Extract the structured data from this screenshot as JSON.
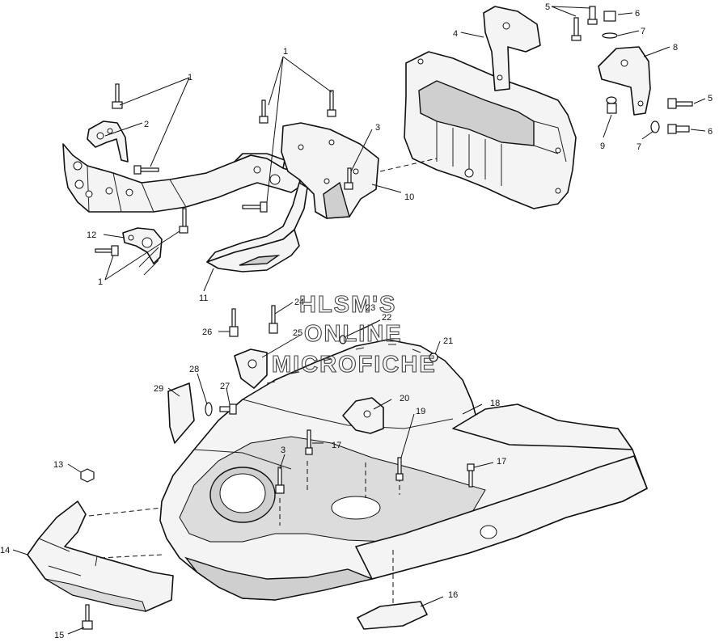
{
  "watermark": {
    "line1": "HLSM'S",
    "line2": "ONLINE",
    "line3": "MICROFICHE"
  },
  "callouts": [
    "1",
    "1",
    "1",
    "1",
    "2",
    "3",
    "3",
    "4",
    "5",
    "5",
    "6",
    "6",
    "7",
    "7",
    "8",
    "9",
    "10",
    "11",
    "12",
    "13",
    "14",
    "15",
    "16",
    "17",
    "17",
    "18",
    "19",
    "20",
    "21",
    "22",
    "23",
    "24",
    "25",
    "26",
    "27",
    "28",
    "29"
  ],
  "colors": {
    "ink": "#111111",
    "paper": "#ffffff",
    "fill": "#f4f4f4",
    "shade": "#cfcfcf"
  }
}
